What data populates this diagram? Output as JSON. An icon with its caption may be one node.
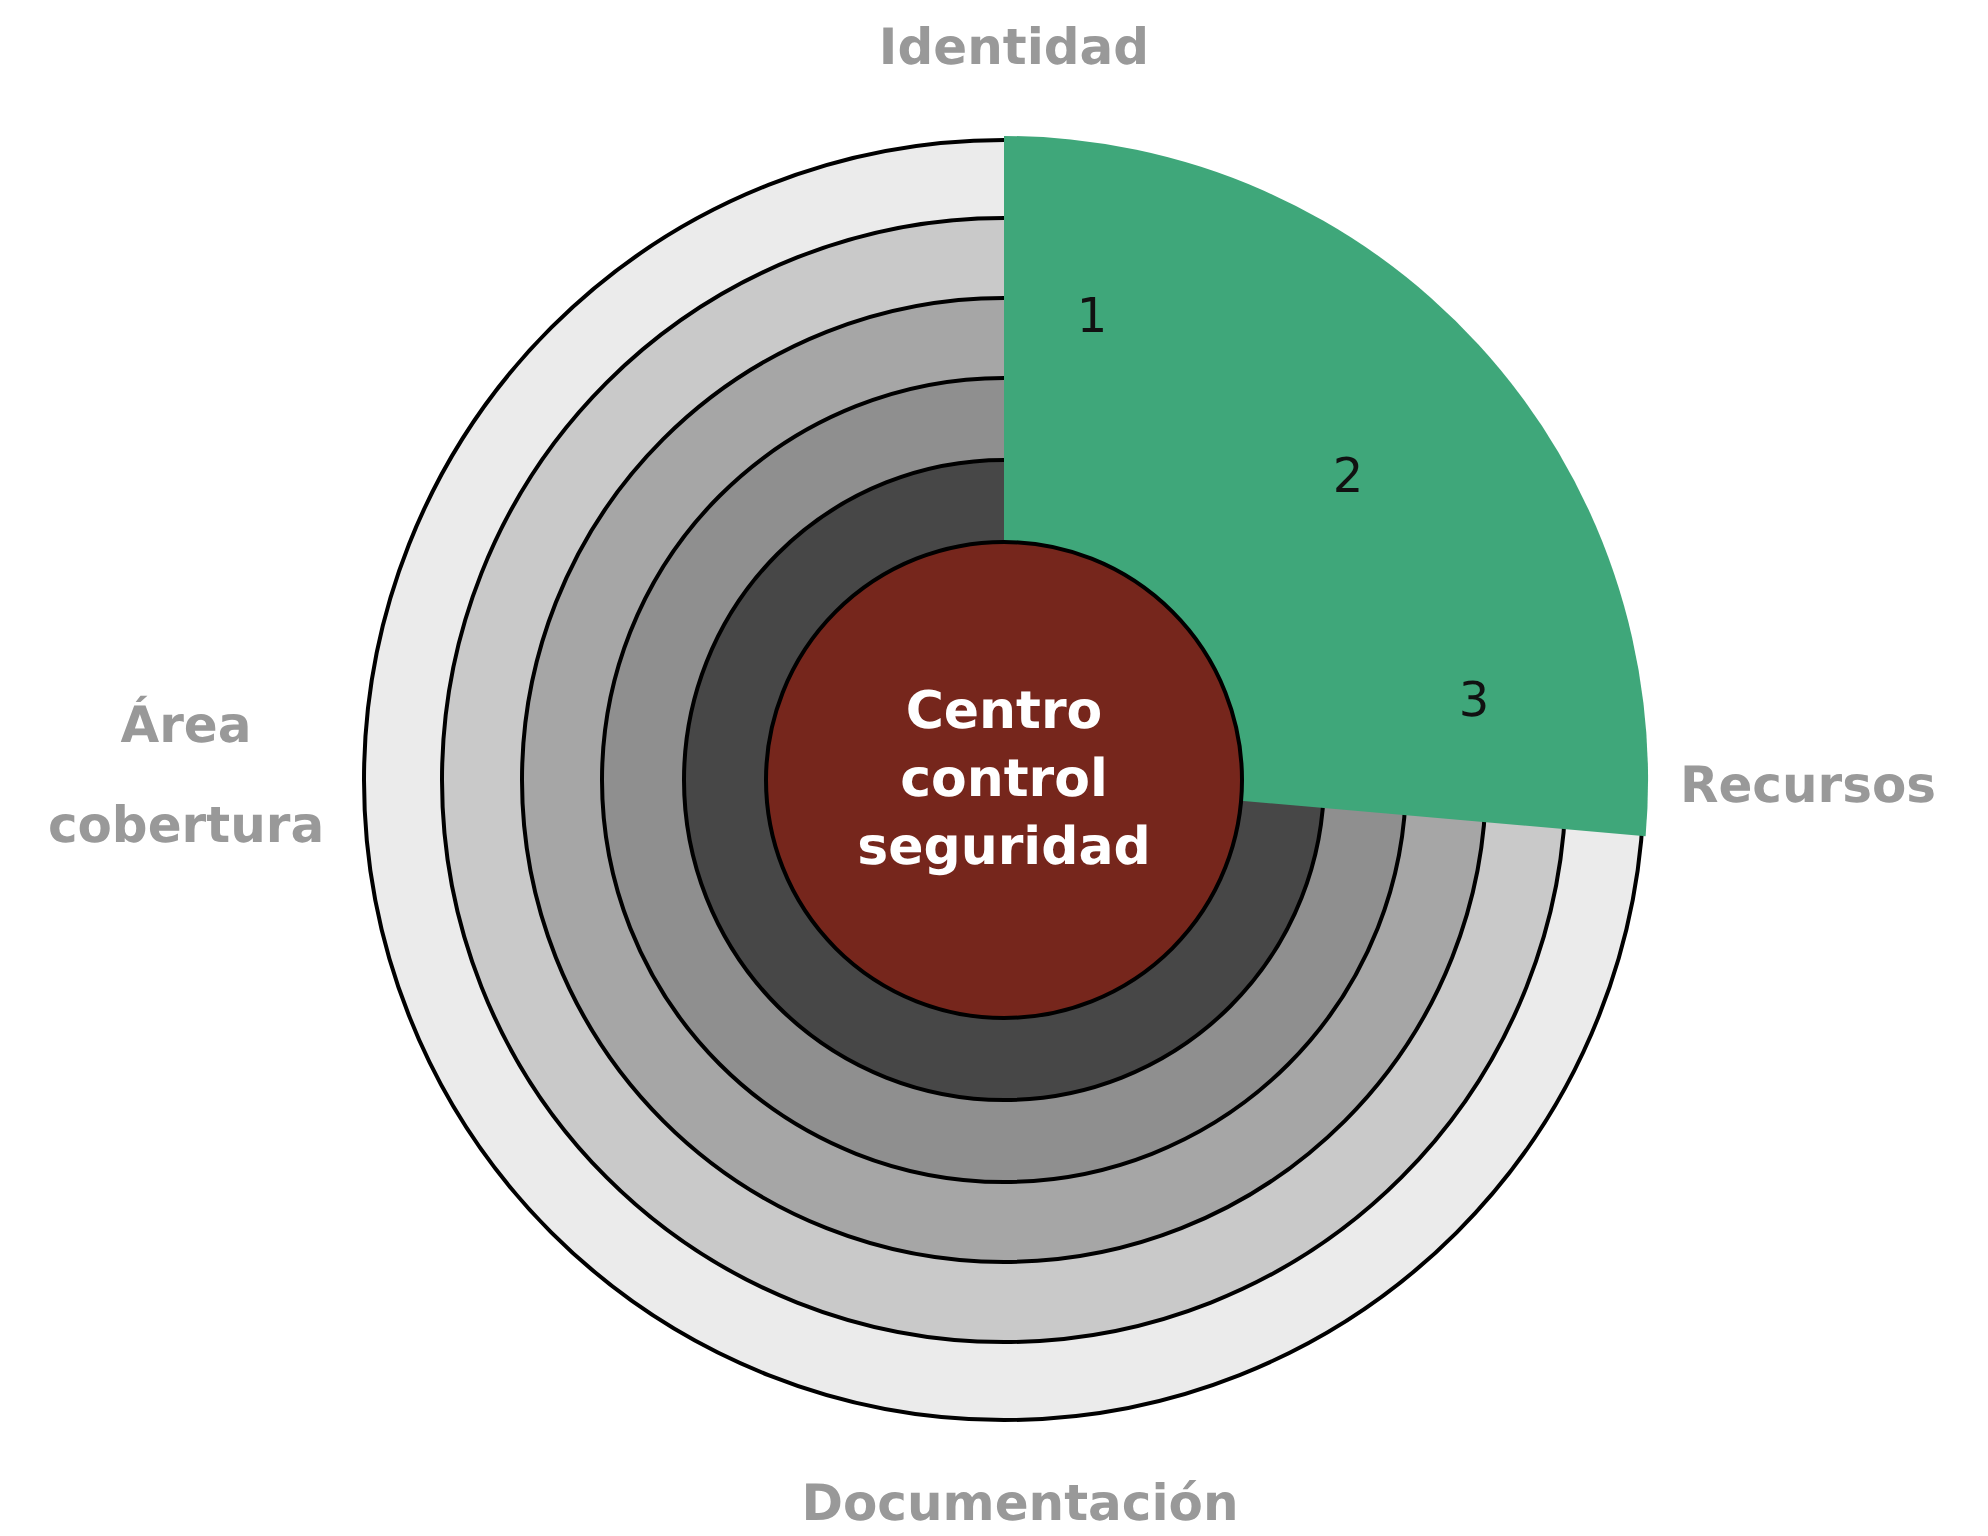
{
  "diagram": {
    "nodes": [
      {
        "text": [
          "1",
          "2",
          "3"
        ]
      },
      {
        "text": [
          "Centro control seguridad"
        ]
      }
    ],
    "labels": [
      "Identidad",
      "Área cobertura",
      "Recursos",
      "Documentación"
    ]
  }
}
